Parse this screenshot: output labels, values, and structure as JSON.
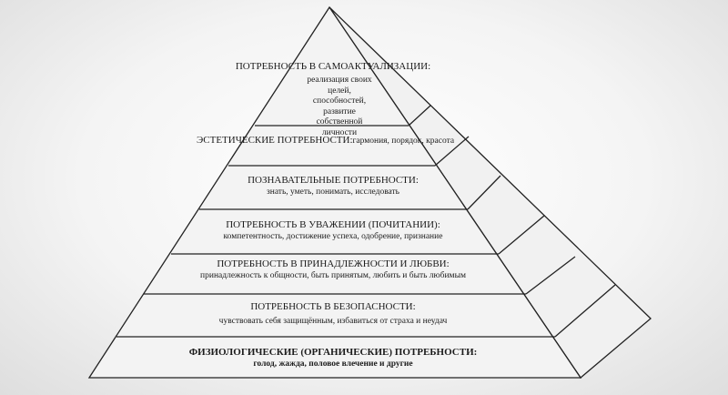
{
  "pyramid": {
    "levels": [
      {
        "title": "ПОТРЕБНОСТЬ В САМОАКТУАЛИЗАЦИИ:",
        "desc": "реализация своих целей, способностей, развитие собственной личности"
      },
      {
        "title": "ЭСТЕТИЧЕСКИЕ ПОТРЕБНОСТИ:",
        "desc": "гармония, порядок, красота"
      },
      {
        "title": "ПОЗНАВАТЕЛЬНЫЕ ПОТРЕБНОСТИ:",
        "desc": "знать, уметь, понимать, исследовать"
      },
      {
        "title": "ПОТРЕБНОСТЬ В УВАЖЕНИИ (ПОЧИТАНИИ):",
        "desc": "компетентность, достижение успеха, одобрение, признание"
      },
      {
        "title": "ПОТРЕБНОСТЬ В ПРИНАДЛЕЖНОСТИ И ЛЮБВИ:",
        "desc": "принадлежность к общности, быть принятым, любить и быть любимым"
      },
      {
        "title": "ПОТРЕБНОСТЬ В БЕЗОПАСНОСТИ:",
        "desc": "чувствовать себя защищённым, избавиться от страха и неудач"
      },
      {
        "title": "ФИЗИОЛОГИЧЕСКИЕ (ОРГАНИЧЕСКИЕ) ПОТРЕБНОСТИ:",
        "desc": "голод, жажда, половое влечение и другие"
      }
    ]
  }
}
